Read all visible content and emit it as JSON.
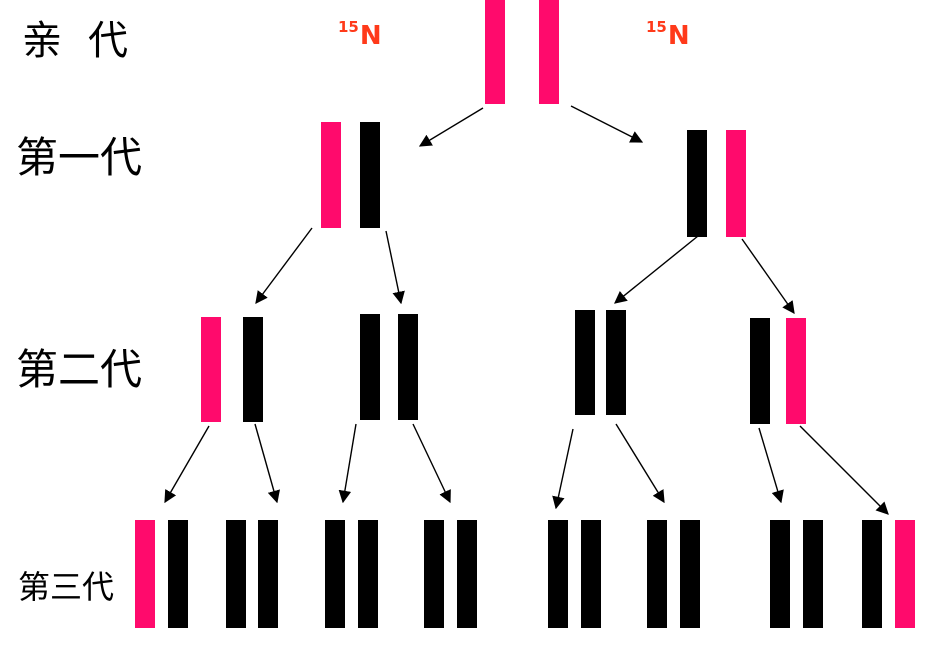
{
  "generations": {
    "parent": "亲代",
    "first": "第一代",
    "second": "第二代",
    "third": "第三代"
  },
  "isotope": {
    "mass": "15",
    "element": "N"
  },
  "colors": {
    "heavy_strand": "#ff0a6c",
    "light_strand": "#000000",
    "label_accent": "#ff3a1a",
    "arrow": "#000000"
  },
  "strand_pairs": [
    {
      "generation": "parent",
      "left": "heavy",
      "right": "heavy"
    },
    {
      "generation": "first",
      "left": "heavy",
      "right": "light"
    },
    {
      "generation": "first",
      "left": "light",
      "right": "heavy"
    },
    {
      "generation": "second",
      "left": "heavy",
      "right": "light"
    },
    {
      "generation": "second",
      "left": "light",
      "right": "light"
    },
    {
      "generation": "second",
      "left": "light",
      "right": "light"
    },
    {
      "generation": "second",
      "left": "light",
      "right": "heavy"
    },
    {
      "generation": "third",
      "left": "heavy",
      "right": "light"
    },
    {
      "generation": "third",
      "left": "light",
      "right": "light"
    },
    {
      "generation": "third",
      "left": "light",
      "right": "light"
    },
    {
      "generation": "third",
      "left": "light",
      "right": "light"
    },
    {
      "generation": "third",
      "left": "light",
      "right": "light"
    },
    {
      "generation": "third",
      "left": "light",
      "right": "light"
    },
    {
      "generation": "third",
      "left": "light",
      "right": "light"
    },
    {
      "generation": "third",
      "left": "light",
      "right": "heavy"
    }
  ]
}
